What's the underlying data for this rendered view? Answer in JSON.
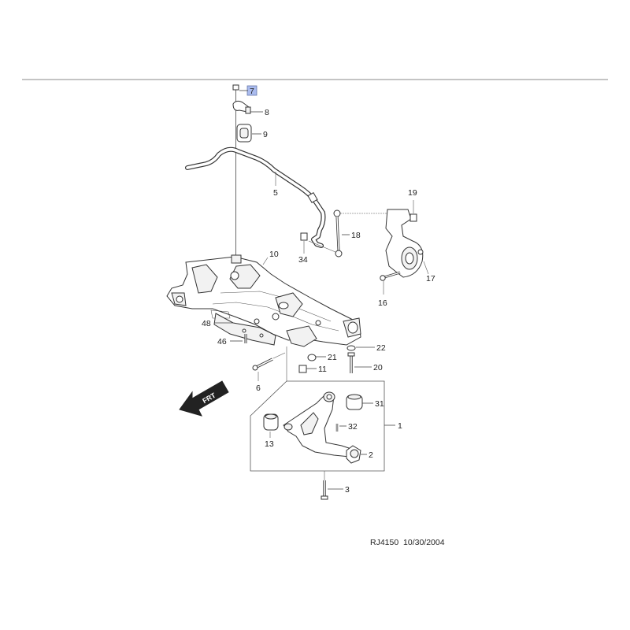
{
  "callouts": {
    "c1": "1",
    "c2": "2",
    "c3": "3",
    "c5": "5",
    "c6": "6",
    "c7": "7",
    "c8": "8",
    "c9": "9",
    "c10": "10",
    "c11": "11",
    "c13": "13",
    "c16": "16",
    "c17": "17",
    "c18": "18",
    "c19": "19",
    "c20": "20",
    "c21": "21",
    "c22": "22",
    "c31": "31",
    "c32": "32",
    "c34": "34",
    "c46": "46",
    "c48": "48"
  },
  "highlight_color": "#aabbee",
  "frt_label": "FRT",
  "caption": "RJ4150  10/30/2004"
}
